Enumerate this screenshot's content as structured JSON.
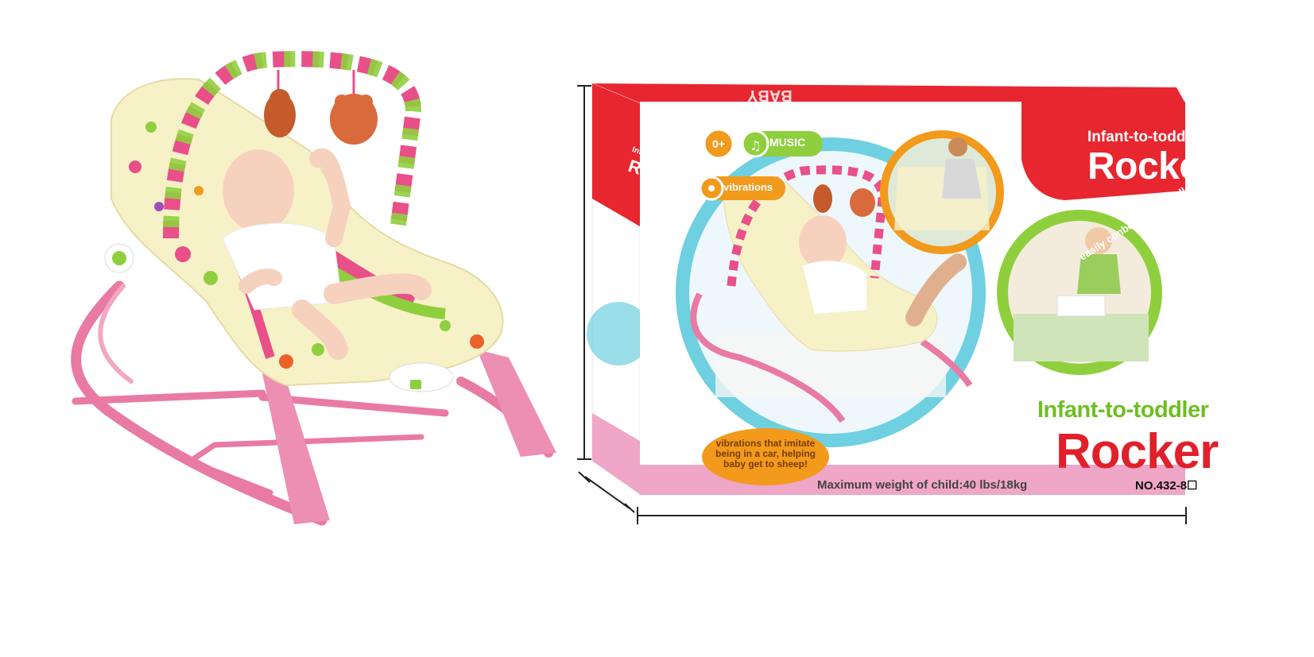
{
  "product_photo": {
    "description_icon": "baby-rocker-icon"
  },
  "box": {
    "top_flap": {
      "brand": "BABY",
      "subtitle": "Infant-to-toddler Rocker"
    },
    "side_panel": {
      "small": "Infant-to-toddler",
      "big": "Rocker"
    },
    "corner_banner": {
      "small": "Infant-to-toddler",
      "big": "Rocker"
    },
    "features": {
      "age": "0+",
      "music": "MUSIC",
      "vibrations": "vibrations"
    },
    "bubble": "vibrations that imitate being in a car, helping baby get to sheep!",
    "arc_text": "easily conberts to a toddler rocker",
    "main_title": {
      "small": "Infant-to-toddler",
      "big": "Rocker"
    },
    "weight": "Maximum weight of child:40 lbs/18kg",
    "model": "NO.432-8☐"
  },
  "colors": {
    "box_red": "#e8262f",
    "box_pink": "#f0a6c6",
    "green": "#6fbe22",
    "orange": "#f29a1b",
    "teal": "#6ed0e0",
    "frame_pink": "#e97aa3"
  }
}
